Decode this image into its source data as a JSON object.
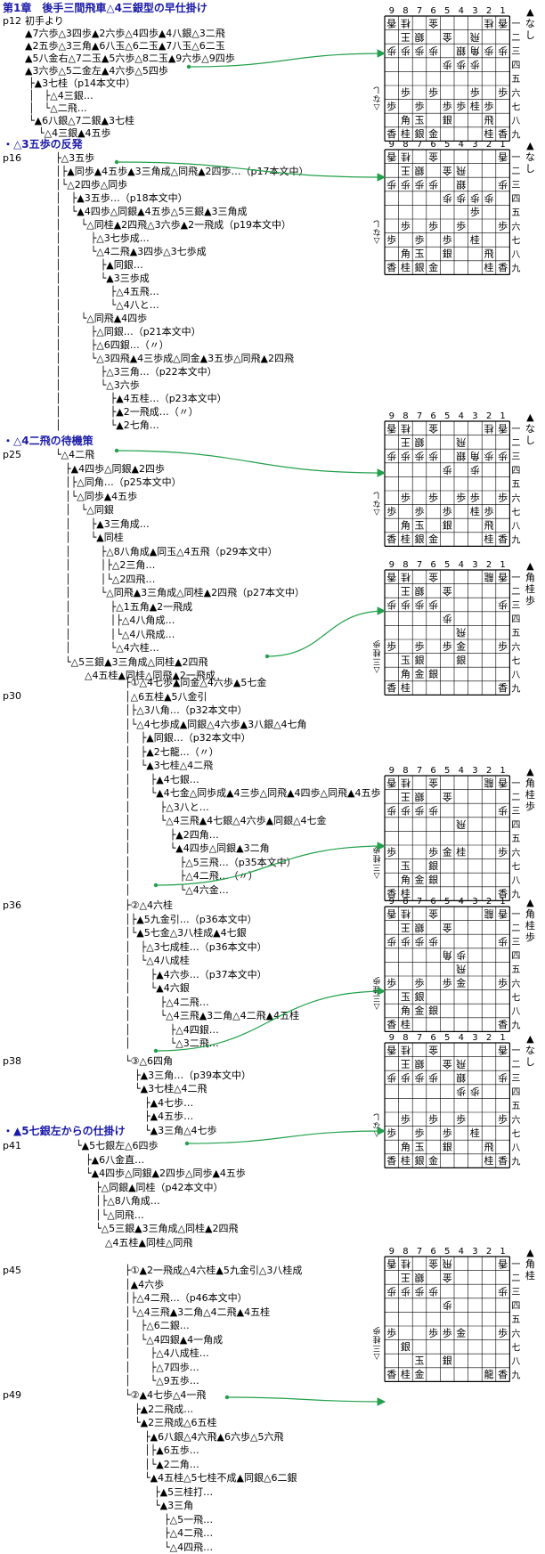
{
  "heading": "第1章　後手三間飛車△4三銀型の早仕掛け",
  "p12": "p12",
  "opening": "初手より",
  "open_lines": [
    "▲7六歩△3四歩▲2六歩△4四歩▲4八銀△3二飛",
    "▲2五歩△3三角▲6八玉△6二玉▲7八玉△6二玉",
    "▲5八金右△7二玉▲5六歩△8二玉▲9六歩△9四歩",
    "▲3六歩△5二金左▲4六歩△5四歩"
  ],
  "tree_a": [
    "├▲3七桂（p14本文中）",
    "│　├△4三銀…",
    "│　└△二飛…",
    "└▲6八銀△7二銀▲3七桂",
    "　└△4三銀▲4五歩"
  ],
  "sec1": "・△3五歩の反発",
  "p16": "p16",
  "tree_b": [
    "├△3五歩",
    "│├▲同歩▲4五歩▲3三角成△同飛▲2四歩…（p17本文中）",
    "│└△2四歩△同歩",
    "│　├▲3五歩…（p18本文中）",
    "│　└▲4四歩△同銀▲4五歩△5三銀▲3三角成",
    "│　　└△同桂▲2四飛△3六歩▲2一飛成（p19本文中）",
    "│　　　├△3七歩成…",
    "│　　　└△4二飛▲3四歩△3七歩成",
    "│　　　　├▲同銀…",
    "│　　　　└▲3三歩成",
    "│　　　　　├△4五飛…",
    "│　　　　　└△4八と…",
    "│　　└△同飛▲4四歩",
    "│　　　├△同銀…（p21本文中）",
    "│　　　├△6四銀…（〃）",
    "│　　　└△3四飛▲4三歩成△同金▲3五歩△同飛▲2四飛",
    "│　　　　├△3三角…（p22本文中）",
    "│　　　　└△3六歩",
    "│　　　　　├▲4五桂…（p23本文中）",
    "│　　　　　├▲2一飛成…（〃）",
    "│　　　　　└▲2七角…"
  ],
  "sec2": "・△4二飛の待機策",
  "p25": "p25",
  "tree_c": [
    "└△4二飛",
    "　├▲4四歩△同銀▲2四歩",
    "　│├△同角…（p25本文中）",
    "　│└△同歩▲4五歩",
    "　│　└△同銀",
    "　│　　├▲3三角成…",
    "　│　　└▲同桂",
    "　│　　　├△8八角成▲同玉△4五飛（p29本文中）",
    "　│　　　│├△2三角…",
    "　│　　　│└△2四飛…",
    "　│　　　└△同飛▲3三角成△同桂▲2四飛（p27本文中）",
    "　│　　　　├△1五角▲2一飛成",
    "　│　　　　│├△4八角成…",
    "　│　　　　│└△4八飛成…",
    "　│　　　　└△4六桂…",
    "　└△5三銀▲3三角成△同桂▲2四飛",
    "　　　△4五桂▲同桂△同飛▲2一飛成"
  ],
  "p30": "p30",
  "tree_d": [
    "├①△4七歩▲同金△4六歩▲5七金",
    "│△6五桂▲5八金引",
    "│├△3八角…（p32本文中）",
    "│└△4七歩成▲同銀△4六歩▲3八銀△4七角",
    "│　├▲同銀…（p32本文中）",
    "│　├▲2七龍…（〃）",
    "│　└▲3七桂△4二飛",
    "│　　├▲4七銀…",
    "│　　└▲4七金△同歩成▲4三歩△同飛▲4四歩△同飛▲4五歩",
    "│　　　├△3八と…",
    "│　　　└△4三飛▲4七銀△4六歩▲同銀△4七金",
    "│　　　　├▲2四角…",
    "│　　　　└▲4四歩△同銀▲3二角",
    "│　　　　　├△5三飛…（p35本文中）",
    "│　　　　　├△4二飛…（〃）",
    "│　　　　　└△4六金…"
  ],
  "p36": "p36",
  "tree_e": [
    "├②△4六桂",
    "│├▲5九金引…（p36本文中）",
    "│└▲5七金△3八桂成▲4七銀",
    "│　├△3七成桂…（p36本文中）",
    "│　└△4八成桂",
    "│　　├▲4六歩…（p37本文中）",
    "│　　└▲4六銀",
    "│　　　├△4二飛…",
    "│　　　└△4三飛▲3二角△4二飛▲4五桂",
    "│　　　　├△4四銀…",
    "│　　　　└△3二飛…"
  ],
  "p38": "p38",
  "tree_f": [
    "└③△6四角",
    "　├▲3三角…（p39本文中）",
    "　└▲3七桂△4二飛",
    "　　├▲4七歩…",
    "　　├▲4五歩…",
    "　　└▲3三角△4七歩"
  ],
  "sec3": "・▲5七銀左からの仕掛け",
  "p41": "p41",
  "tree_g": [
    "└▲5七銀左△6四歩",
    "　├▲6八金直…",
    "　└▲4四歩△同銀▲2四歩△同歩▲4五歩",
    "　　├△同銀▲同桂（p42本文中）",
    "　　│├△8八角成…",
    "　　│└△同飛…",
    "　　└△5三銀▲3三角成△同桂▲2四飛",
    "　　　△4五桂▲同桂△同飛"
  ],
  "p45": "p45",
  "tree_h": [
    "├①▲2一飛成△4六桂▲5九金引△3八桂成",
    "│▲4六歩",
    "│├△4二飛…（p46本文中）",
    "│└△4三飛▲3二角△4二飛▲4五桂",
    "│　├△6二銀…",
    "│　└△4四銀▲4一角成",
    "│　　├△4八成桂…",
    "│　　├△7四歩…",
    "│　　└△9五歩…"
  ],
  "p49": "p49",
  "tree_i": [
    "└②▲4七歩△4一飛",
    "　├▲2二飛成…",
    "　└▲2三飛成△6五桂",
    "　　├▲6八銀△4六飛▲6六歩△5六飛",
    "　　│├▲6五歩…",
    "　　│└▲2二角…",
    "　　└▲4五桂△5七桂不成▲同銀△6二銀",
    "　　　├▲5三桂打…",
    "　　　└▲3三角",
    "　　　　├△5一飛…",
    "　　　　├△4二飛…",
    "　　　　└△4四飛…"
  ],
  "board_cols": [
    "9",
    "8",
    "7",
    "6",
    "5",
    "4",
    "3",
    "2",
    "1"
  ],
  "board_rows": [
    "一",
    "二",
    "三",
    "四",
    "五",
    "六",
    "七",
    "八",
    "九"
  ],
  "boards": [
    {
      "sente_hand": "▲なし",
      "gote_hand": "△なし",
      "gote": [
        [
          0,
          0,
          "香"
        ],
        [
          0,
          1,
          "桂"
        ],
        [
          0,
          3,
          "金"
        ],
        [
          0,
          7,
          "桂"
        ],
        [
          0,
          8,
          "香"
        ],
        [
          1,
          1,
          "王"
        ],
        [
          1,
          2,
          "銀"
        ],
        [
          1,
          4,
          "金"
        ],
        [
          1,
          6,
          "飛"
        ],
        [
          2,
          0,
          "歩"
        ],
        [
          2,
          1,
          "歩"
        ],
        [
          2,
          2,
          "歩"
        ],
        [
          2,
          3,
          "歩"
        ],
        [
          2,
          5,
          "銀"
        ],
        [
          2,
          6,
          "角"
        ],
        [
          2,
          7,
          "歩"
        ],
        [
          2,
          8,
          "歩"
        ],
        [
          3,
          4,
          "歩"
        ],
        [
          3,
          5,
          "歩"
        ],
        [
          3,
          6,
          "歩"
        ]
      ],
      "sente": [
        [
          5,
          1,
          "歩"
        ],
        [
          5,
          3,
          "歩"
        ],
        [
          5,
          6,
          "歩"
        ],
        [
          5,
          8,
          "歩"
        ],
        [
          6,
          0,
          "歩"
        ],
        [
          6,
          2,
          "歩"
        ],
        [
          6,
          4,
          "歩"
        ],
        [
          6,
          5,
          "歩"
        ],
        [
          6,
          6,
          "桂"
        ],
        [
          6,
          7,
          "歩"
        ],
        [
          7,
          1,
          "角"
        ],
        [
          7,
          2,
          "玉"
        ],
        [
          7,
          4,
          "銀"
        ],
        [
          7,
          7,
          "飛"
        ],
        [
          8,
          0,
          "香"
        ],
        [
          8,
          1,
          "桂"
        ],
        [
          8,
          2,
          "銀"
        ],
        [
          8,
          3,
          "金"
        ],
        [
          8,
          7,
          "桂"
        ],
        [
          8,
          8,
          "香"
        ]
      ]
    },
    {
      "sente_hand": "▲なし",
      "gote_hand": "△なし",
      "gote": [
        [
          0,
          0,
          "香"
        ],
        [
          0,
          1,
          "桂"
        ],
        [
          0,
          3,
          "金"
        ],
        [
          0,
          8,
          "香"
        ],
        [
          1,
          1,
          "王"
        ],
        [
          1,
          2,
          "銀"
        ],
        [
          1,
          4,
          "金"
        ],
        [
          1,
          5,
          "飛"
        ],
        [
          2,
          0,
          "歩"
        ],
        [
          2,
          1,
          "歩"
        ],
        [
          2,
          2,
          "歩"
        ],
        [
          2,
          3,
          "歩"
        ],
        [
          2,
          5,
          "銀"
        ],
        [
          3,
          4,
          "歩"
        ],
        [
          3,
          5,
          "歩"
        ],
        [
          3,
          6,
          "歩"
        ],
        [
          3,
          7,
          "歩"
        ],
        [
          2,
          8,
          "歩"
        ]
      ],
      "sente": [
        [
          4,
          6,
          "歩"
        ],
        [
          5,
          1,
          "歩"
        ],
        [
          5,
          3,
          "歩"
        ],
        [
          5,
          5,
          "歩"
        ],
        [
          5,
          8,
          "歩"
        ],
        [
          6,
          0,
          "歩"
        ],
        [
          6,
          2,
          "歩"
        ],
        [
          6,
          4,
          "歩"
        ],
        [
          6,
          6,
          "桂"
        ],
        [
          7,
          1,
          "角"
        ],
        [
          7,
          2,
          "玉"
        ],
        [
          7,
          4,
          "銀"
        ],
        [
          7,
          7,
          "飛"
        ],
        [
          8,
          0,
          "香"
        ],
        [
          8,
          1,
          "桂"
        ],
        [
          8,
          2,
          "銀"
        ],
        [
          8,
          3,
          "金"
        ],
        [
          8,
          7,
          "桂"
        ],
        [
          8,
          8,
          "香"
        ]
      ]
    },
    {
      "sente_hand": "▲なし",
      "gote_hand": "△なし",
      "gote": [
        [
          0,
          0,
          "香"
        ],
        [
          0,
          1,
          "桂"
        ],
        [
          0,
          3,
          "金"
        ],
        [
          0,
          7,
          "桂"
        ],
        [
          0,
          8,
          "香"
        ],
        [
          1,
          1,
          "王"
        ],
        [
          1,
          2,
          "銀"
        ],
        [
          1,
          5,
          "飛"
        ],
        [
          2,
          0,
          "歩"
        ],
        [
          2,
          1,
          "歩"
        ],
        [
          2,
          2,
          "歩"
        ],
        [
          2,
          3,
          "歩"
        ],
        [
          2,
          5,
          "銀"
        ],
        [
          2,
          6,
          "角"
        ],
        [
          2,
          7,
          "歩"
        ],
        [
          2,
          8,
          "歩"
        ],
        [
          3,
          4,
          "歩"
        ],
        [
          3,
          6,
          "歩"
        ]
      ],
      "sente": [
        [
          5,
          1,
          "歩"
        ],
        [
          5,
          3,
          "歩"
        ],
        [
          5,
          5,
          "歩"
        ],
        [
          5,
          6,
          "歩"
        ],
        [
          5,
          8,
          "歩"
        ],
        [
          6,
          0,
          "歩"
        ],
        [
          6,
          2,
          "歩"
        ],
        [
          6,
          4,
          "歩"
        ],
        [
          6,
          6,
          "桂"
        ],
        [
          6,
          7,
          "歩"
        ],
        [
          7,
          1,
          "角"
        ],
        [
          7,
          2,
          "玉"
        ],
        [
          7,
          4,
          "銀"
        ],
        [
          7,
          7,
          "飛"
        ],
        [
          8,
          0,
          "香"
        ],
        [
          8,
          1,
          "桂"
        ],
        [
          8,
          2,
          "銀"
        ],
        [
          8,
          3,
          "金"
        ],
        [
          8,
          7,
          "桂"
        ],
        [
          8,
          8,
          "香"
        ]
      ]
    },
    {
      "sente_hand": "▲角桂歩",
      "gote_hand": "△三桂歩",
      "gote": [
        [
          0,
          0,
          "香"
        ],
        [
          0,
          1,
          "桂"
        ],
        [
          0,
          3,
          "金"
        ],
        [
          0,
          7,
          "龍"
        ],
        [
          0,
          8,
          "香"
        ],
        [
          1,
          1,
          "王"
        ],
        [
          1,
          2,
          "銀"
        ],
        [
          1,
          4,
          "金"
        ],
        [
          2,
          0,
          "歩"
        ],
        [
          2,
          1,
          "歩"
        ],
        [
          2,
          2,
          "歩"
        ],
        [
          2,
          3,
          "歩"
        ],
        [
          2,
          8,
          "歩"
        ],
        [
          3,
          4,
          "歩"
        ],
        [
          4,
          5,
          "飛"
        ]
      ],
      "sente": [
        [
          5,
          0,
          "歩"
        ],
        [
          5,
          2,
          "歩"
        ],
        [
          5,
          4,
          "歩"
        ],
        [
          5,
          5,
          "金"
        ],
        [
          5,
          8,
          "歩"
        ],
        [
          6,
          1,
          "玉"
        ],
        [
          6,
          2,
          "銀"
        ],
        [
          6,
          5,
          "銀"
        ],
        [
          7,
          1,
          "角"
        ],
        [
          7,
          2,
          "金"
        ],
        [
          7,
          3,
          "銀"
        ],
        [
          8,
          0,
          "香"
        ],
        [
          8,
          1,
          "桂"
        ],
        [
          8,
          8,
          "香"
        ]
      ]
    },
    {
      "sente_hand": "▲角桂歩",
      "gote_hand": "△三桂歩",
      "gote": [
        [
          0,
          0,
          "香"
        ],
        [
          0,
          1,
          "桂"
        ],
        [
          0,
          3,
          "金"
        ],
        [
          0,
          7,
          "龍"
        ],
        [
          0,
          8,
          "香"
        ],
        [
          1,
          1,
          "王"
        ],
        [
          1,
          2,
          "銀"
        ],
        [
          1,
          4,
          "金"
        ],
        [
          2,
          0,
          "歩"
        ],
        [
          2,
          1,
          "歩"
        ],
        [
          2,
          2,
          "歩"
        ],
        [
          2,
          3,
          "歩"
        ],
        [
          2,
          8,
          "歩"
        ],
        [
          3,
          5,
          "飛"
        ]
      ],
      "sente": [
        [
          5,
          0,
          "歩"
        ],
        [
          5,
          3,
          "歩"
        ],
        [
          5,
          4,
          "金"
        ],
        [
          5,
          5,
          "桂"
        ],
        [
          5,
          8,
          "歩"
        ],
        [
          6,
          1,
          "玉"
        ],
        [
          6,
          3,
          "銀"
        ],
        [
          7,
          1,
          "角"
        ],
        [
          7,
          2,
          "金"
        ],
        [
          7,
          3,
          "銀"
        ],
        [
          8,
          0,
          "香"
        ],
        [
          8,
          1,
          "桂"
        ],
        [
          8,
          8,
          "香"
        ]
      ]
    },
    {
      "sente_hand": "▲角桂歩",
      "gote_hand": "△三桂歩",
      "gote": [
        [
          0,
          0,
          "香"
        ],
        [
          0,
          1,
          "桂"
        ],
        [
          0,
          3,
          "金"
        ],
        [
          0,
          7,
          "龍"
        ],
        [
          0,
          8,
          "香"
        ],
        [
          1,
          1,
          "王"
        ],
        [
          1,
          2,
          "銀"
        ],
        [
          1,
          4,
          "金"
        ],
        [
          2,
          0,
          "歩"
        ],
        [
          2,
          1,
          "歩"
        ],
        [
          2,
          2,
          "歩"
        ],
        [
          2,
          3,
          "歩"
        ],
        [
          2,
          8,
          "歩"
        ],
        [
          3,
          4,
          "角"
        ],
        [
          3,
          5,
          "歩"
        ],
        [
          4,
          5,
          "飛"
        ]
      ],
      "sente": [
        [
          5,
          0,
          "歩"
        ],
        [
          5,
          2,
          "歩"
        ],
        [
          5,
          4,
          "歩"
        ],
        [
          5,
          5,
          "金"
        ],
        [
          5,
          8,
          "歩"
        ],
        [
          6,
          1,
          "玉"
        ],
        [
          6,
          2,
          "銀"
        ],
        [
          7,
          1,
          "角"
        ],
        [
          7,
          2,
          "金"
        ],
        [
          7,
          3,
          "銀"
        ],
        [
          8,
          0,
          "香"
        ],
        [
          8,
          1,
          "桂"
        ],
        [
          8,
          8,
          "香"
        ]
      ]
    },
    {
      "sente_hand": "▲なし",
      "gote_hand": "△なし",
      "gote": [
        [
          0,
          0,
          "香"
        ],
        [
          0,
          1,
          "桂"
        ],
        [
          0,
          3,
          "金"
        ],
        [
          0,
          8,
          "香"
        ],
        [
          1,
          1,
          "王"
        ],
        [
          1,
          2,
          "銀"
        ],
        [
          1,
          4,
          "金"
        ],
        [
          1,
          5,
          "飛"
        ],
        [
          2,
          0,
          "歩"
        ],
        [
          2,
          1,
          "歩"
        ],
        [
          2,
          2,
          "歩"
        ],
        [
          2,
          3,
          "歩"
        ],
        [
          2,
          5,
          "銀"
        ],
        [
          2,
          8,
          "歩"
        ],
        [
          3,
          5,
          "歩"
        ],
        [
          3,
          6,
          "歩"
        ]
      ],
      "sente": [
        [
          5,
          1,
          "歩"
        ],
        [
          5,
          3,
          "歩"
        ],
        [
          5,
          5,
          "歩"
        ],
        [
          5,
          8,
          "歩"
        ],
        [
          6,
          0,
          "歩"
        ],
        [
          6,
          2,
          "歩"
        ],
        [
          6,
          4,
          "歩"
        ],
        [
          6,
          6,
          "桂"
        ],
        [
          7,
          1,
          "角"
        ],
        [
          7,
          2,
          "玉"
        ],
        [
          7,
          4,
          "銀"
        ],
        [
          7,
          7,
          "飛"
        ],
        [
          8,
          0,
          "香"
        ],
        [
          8,
          1,
          "桂"
        ],
        [
          8,
          2,
          "銀"
        ],
        [
          8,
          3,
          "金"
        ],
        [
          8,
          7,
          "桂"
        ],
        [
          8,
          8,
          "香"
        ]
      ]
    },
    {
      "sente_hand": "▲角桂",
      "gote_hand": "△三桂歩",
      "gote": [
        [
          0,
          0,
          "香"
        ],
        [
          0,
          1,
          "桂"
        ],
        [
          0,
          3,
          "金"
        ],
        [
          0,
          4,
          "飛"
        ],
        [
          0,
          8,
          "香"
        ],
        [
          1,
          1,
          "王"
        ],
        [
          1,
          2,
          "銀"
        ],
        [
          1,
          4,
          "金"
        ],
        [
          2,
          0,
          "歩"
        ],
        [
          2,
          1,
          "歩"
        ],
        [
          2,
          2,
          "歩"
        ],
        [
          2,
          3,
          "歩"
        ],
        [
          2,
          8,
          "歩"
        ],
        [
          3,
          4,
          "歩"
        ]
      ],
      "sente": [
        [
          5,
          0,
          "歩"
        ],
        [
          5,
          3,
          "歩"
        ],
        [
          5,
          4,
          "歩"
        ],
        [
          5,
          5,
          "金"
        ],
        [
          5,
          8,
          "歩"
        ],
        [
          6,
          1,
          "銀"
        ],
        [
          7,
          2,
          "玉"
        ],
        [
          7,
          4,
          "銀"
        ],
        [
          8,
          0,
          "香"
        ],
        [
          8,
          1,
          "桂"
        ],
        [
          8,
          2,
          "金"
        ],
        [
          8,
          7,
          "龍"
        ],
        [
          8,
          8,
          "香"
        ]
      ]
    }
  ],
  "board_tops": [
    5,
    155,
    460,
    627,
    858,
    1005,
    1158,
    1398
  ]
}
